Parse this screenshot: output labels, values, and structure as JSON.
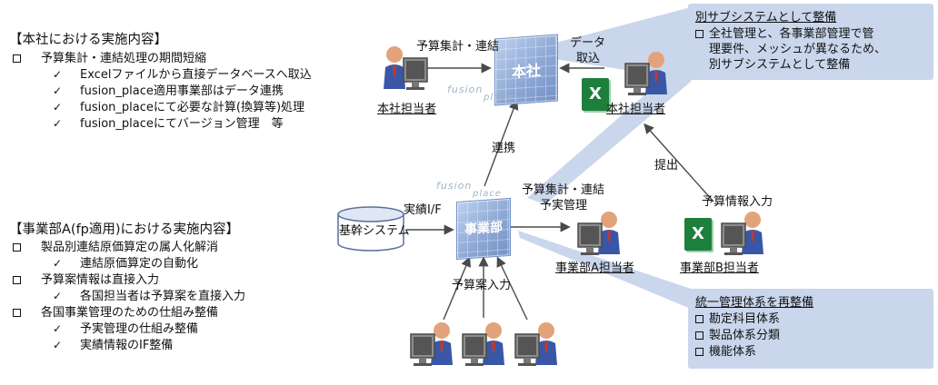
{
  "left": {
    "hq_heading": "【本社における実施内容】",
    "hq_items": [
      {
        "type": "box",
        "text": "予算集計・連結処理の期間短縮"
      },
      {
        "type": "check",
        "text": "Excelファイルから直接データベースへ取込"
      },
      {
        "type": "check",
        "text": "fusion_place適用事業部はデータ連携"
      },
      {
        "type": "check",
        "text": "fusion_placeにて必要な計算(換算等)処理"
      },
      {
        "type": "check",
        "text": "fusion_placeにてバージョン管理　等"
      }
    ],
    "div_heading": "【事業部A(fp適用)における実施内容】",
    "div_items": [
      {
        "type": "box",
        "text": "製品別連結原価算定の属人化解消"
      },
      {
        "type": "check",
        "text": "連結原価算定の自動化"
      },
      {
        "type": "box",
        "text": "予算案情報は直接入力"
      },
      {
        "type": "check",
        "text": "各国担当者は予算案を直接入力"
      },
      {
        "type": "box",
        "text": "各国事業管理のための仕組み整備"
      },
      {
        "type": "check",
        "text": "予実管理の仕組み整備"
      },
      {
        "type": "check",
        "text": "実績情報のIF整備"
      }
    ]
  },
  "diagram": {
    "hq_cube": "本社",
    "div_cube": "事業部",
    "logo_word": "fusion",
    "logo_sub": "place",
    "label_hq_agg": "予算集計・連結",
    "label_data_line1": "データ",
    "label_data_line2": "取込",
    "label_renkei": "連携",
    "label_teishutsu": "提出",
    "label_budget_input": "予算情報入力",
    "label_div_agg_line1": "予算集計・連結",
    "label_div_agg_line2": "予実管理",
    "label_actual_if": "実績I/F",
    "label_core_system": "基幹システム",
    "label_plan_input": "予算案入力",
    "person_hq1": "本社担当者",
    "person_hq2": "本社担当者",
    "person_divA": "事業部A担当者",
    "person_divB": "事業部B担当者",
    "excel_glyph": "X"
  },
  "callouts": {
    "top_title": "別サブシステムとして整備",
    "top_lines": [
      "全社管理と、各事業部管理で管",
      "理要件、メッシュが異なるため、",
      "別サブシステムとして整備"
    ],
    "bottom_title": "統一管理体系を再整備",
    "bottom_items": [
      "勘定科目体系",
      "製品体系分類",
      "機能体系"
    ]
  },
  "colors": {
    "accent_blue": "#4472c4",
    "callout_bg": "#c9d6ec",
    "excel_green": "#1e7f3d",
    "person_suit": "#3a57a7",
    "person_skin": "#e3a37a"
  }
}
